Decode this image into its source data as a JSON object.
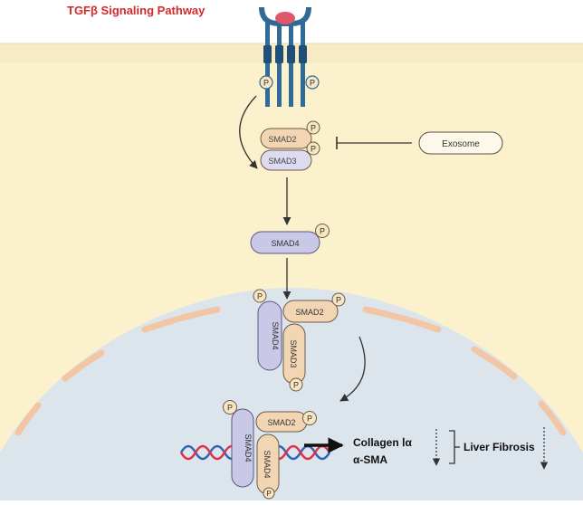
{
  "title": "TGFβ Signaling Pathway",
  "colors": {
    "title_red": "#d42a2a",
    "cytoplasm": "#fbf1cc",
    "membrane_band": "#f6ebc4",
    "nucleus": "#dce4ec",
    "nuclear_membrane": "#f2c6a5",
    "smad2_3_fill": "#f2d6b4",
    "smad4_fill": "#c9c8e6",
    "phosphate_fill": "#f7e6c1",
    "receptor_blue": "#2f6a98",
    "ligand_red": "#e0566a",
    "dna_blue": "#2f63b5",
    "dna_red": "#e0304a"
  },
  "icons": {
    "receptor": "tgfb-receptor-icon",
    "dna": "dna-helix-icon",
    "phosphate": "phosphate-icon"
  },
  "labels": {
    "phosphate": "P",
    "smad2": "SMAD2",
    "smad3": "SMAD3",
    "smad4": "SMAD4",
    "exosome": "Exosome",
    "collagen": "Collagen Ⅰα",
    "asma": "α-SMA",
    "liver_fibrosis": "Liver Fibrosis"
  }
}
